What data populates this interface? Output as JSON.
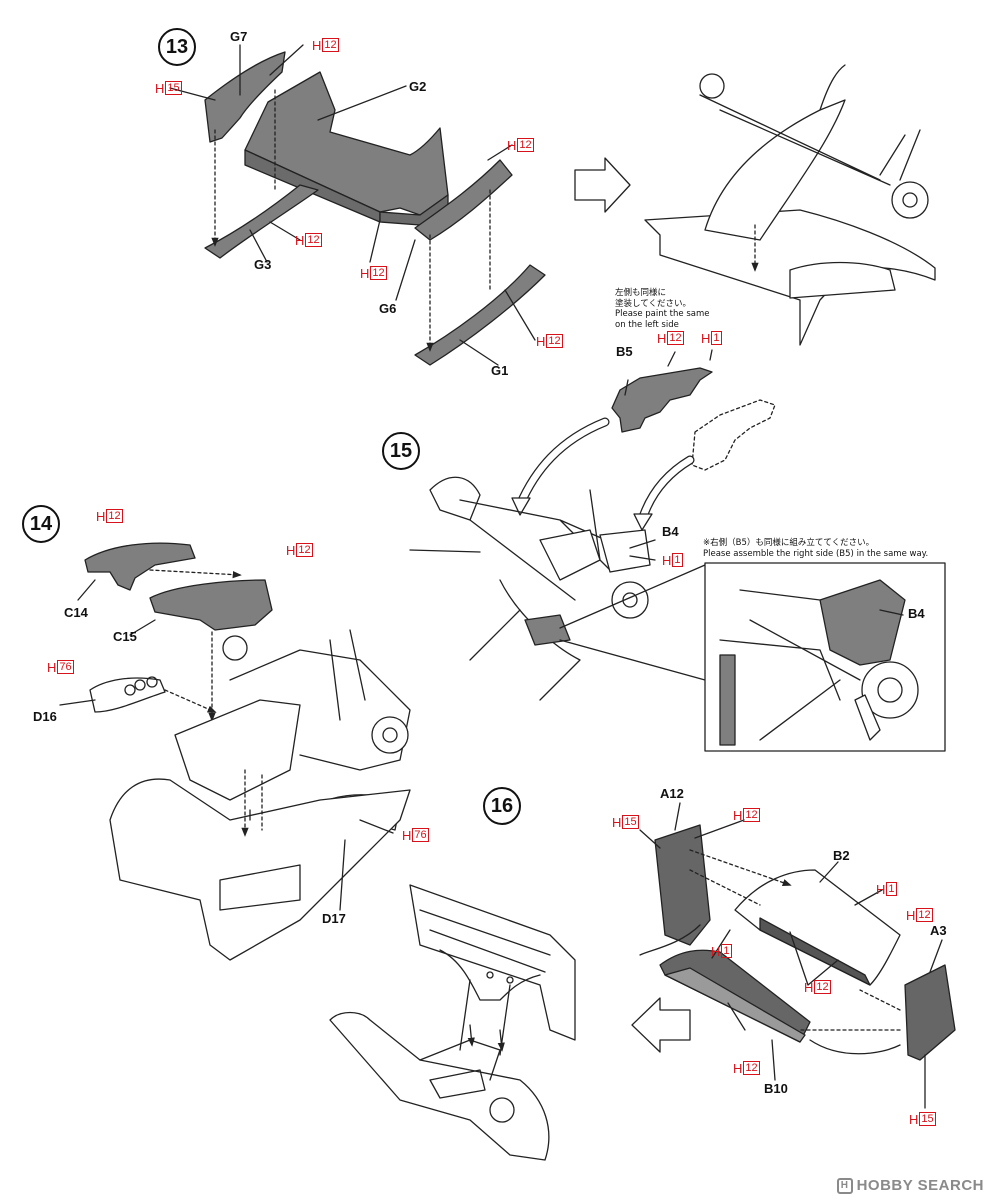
{
  "steps": {
    "s13": "13",
    "s14": "14",
    "s15": "15",
    "s16": "16"
  },
  "parts": {
    "G7": "G7",
    "G2": "G2",
    "G3": "G3",
    "G6": "G6",
    "G1": "G1",
    "B5": "B5",
    "B4": "B4",
    "B4_detail": "B4",
    "C14": "C14",
    "C15": "C15",
    "D16": "D16",
    "D17": "D17",
    "A12": "A12",
    "A3": "A3",
    "B2": "B2",
    "B10": "B10"
  },
  "paint": {
    "prefix": "H",
    "H12": "12",
    "H15": "15",
    "H1": "1",
    "H76": "76"
  },
  "notes": {
    "left_side_jp_1": "左側も同様に",
    "left_side_jp_2": "塗装してください。",
    "left_side_en_1": "Please paint the same",
    "left_side_en_2": "on the left side",
    "right_side_jp": "※右側（B5）も同様に組み立ててください。",
    "right_side_en": "Please assemble the right side (B5) in the same way."
  },
  "brand": {
    "mark": "H",
    "name": "HOBBY SEARCH"
  },
  "colors": {
    "paint_red": "#d8121a",
    "part_gray": "#7f7f7f",
    "line": "#222222"
  }
}
